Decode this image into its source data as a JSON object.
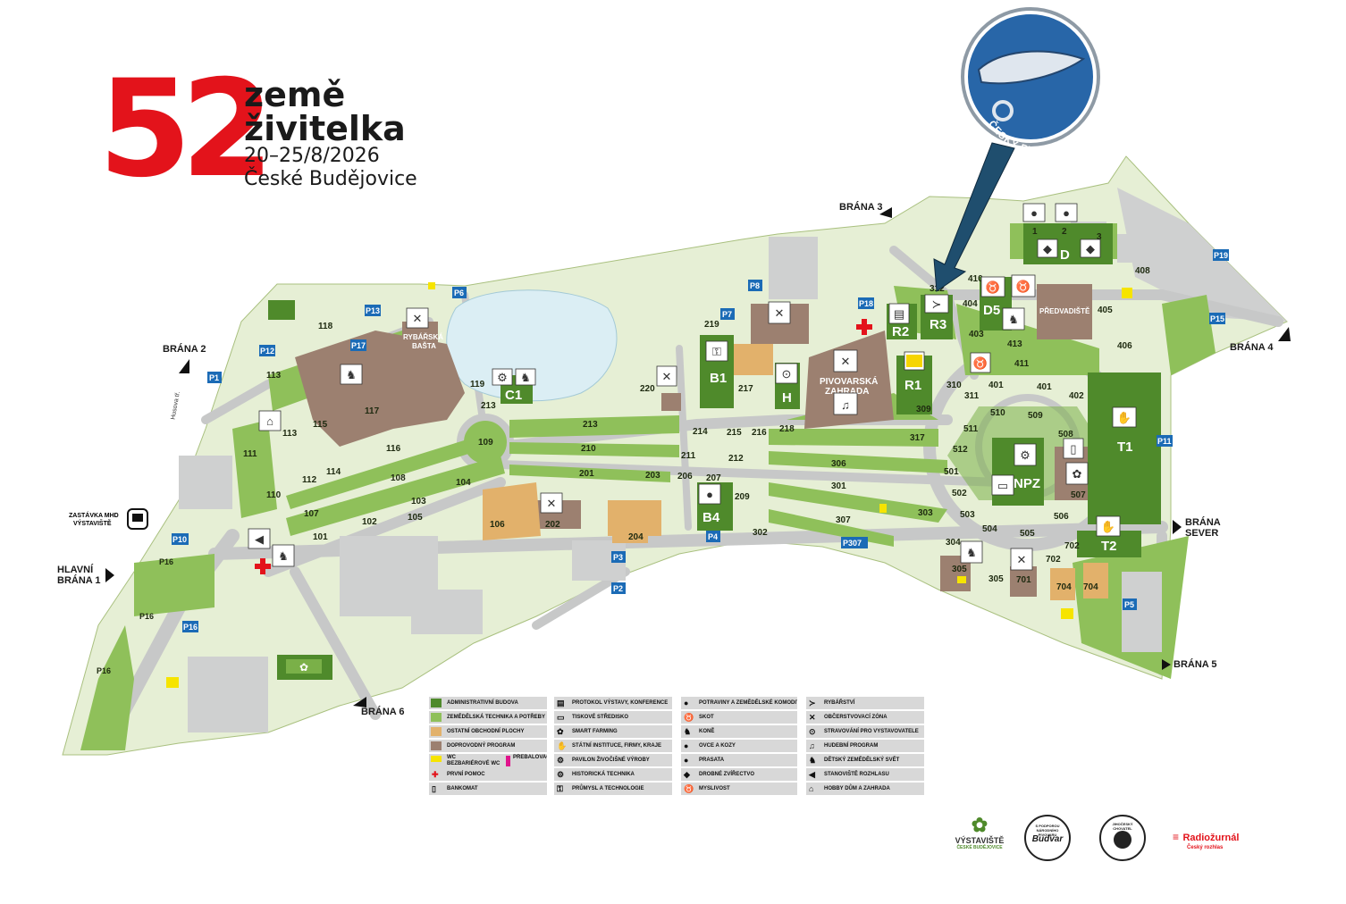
{
  "logo": {
    "number": "52",
    "title1": "země",
    "title2": "živitelka",
    "dates": "20–25/8/2026",
    "city": "České Budějovice"
  },
  "badge": {
    "text": "ČESKÝ RYBÁŘSKÝ SVAZ"
  },
  "gates": {
    "g1a": "HLAVNÍ",
    "g1b": "BRÁNA 1",
    "g2": "BRÁNA 2",
    "g3": "BRÁNA 3",
    "g4": "BRÁNA 4",
    "g5": "BRÁNA 5",
    "g6": "BRÁNA 6",
    "gsa": "BRÁNA",
    "gsb": "SEVER"
  },
  "stop": {
    "l1": "ZASTÁVKA MHD",
    "l2": "VÝSTAVIŠTĚ"
  },
  "street": "Husova tř.",
  "areas": {
    "rybarska1": "RYBÁŘSKÁ",
    "rybarska2": "BAŠTA",
    "pivovarska1": "PIVOVARSKÁ",
    "pivovarska2": "ZAHRADA",
    "predvadiste": "PŘEDVADIŠTĚ"
  },
  "buildings": [
    "B1",
    "B4",
    "C1",
    "H",
    "R1",
    "R2",
    "R3",
    "D",
    "D5",
    "NPZ",
    "T1",
    "T2"
  ],
  "zone_numbers": [
    "101",
    "102",
    "103",
    "104",
    "105",
    "106",
    "107",
    "108",
    "109",
    "110",
    "111",
    "112",
    "113",
    "113",
    "114",
    "115",
    "116",
    "117",
    "118",
    "119",
    "201",
    "202",
    "203",
    "204",
    "206",
    "207",
    "209",
    "210",
    "211",
    "212",
    "213",
    "213",
    "214",
    "215",
    "216",
    "217",
    "218",
    "219",
    "220",
    "301",
    "302",
    "303",
    "304",
    "305",
    "305",
    "306",
    "307",
    "309",
    "310",
    "311",
    "312",
    "317",
    "401",
    "401",
    "402",
    "403",
    "404",
    "405",
    "406",
    "408",
    "410",
    "411",
    "413",
    "501",
    "502",
    "503",
    "504",
    "505",
    "506",
    "507",
    "508",
    "509",
    "510",
    "511",
    "512",
    "701",
    "702",
    "702",
    "704",
    "704",
    "1",
    "2",
    "3"
  ],
  "parking": [
    "P1",
    "P2",
    "P3",
    "P4",
    "P5",
    "P6",
    "P8",
    "P7",
    "P10",
    "P11",
    "P12",
    "P13",
    "P15",
    "P16",
    "P16",
    "P16",
    "P16",
    "P17",
    "P18",
    "P19",
    "P307"
  ],
  "legend": {
    "col1": [
      "ADMINISTRATIVNÍ BUDOVA",
      "ZEMĚDĚLSKÁ TECHNIKA A POTŘEBY",
      "OSTATNÍ OBCHODNÍ PLOCHY",
      "DOPROVODNÝ PROGRAM",
      "WC",
      "BEZBARIÉROVÉ WC",
      "PŘEBALOVACÍ PULT",
      "PRVNÍ POMOC",
      "BANKOMAT"
    ],
    "col2": [
      "PROTOKOL VÝSTAVY, KONFERENCE",
      "TISKOVÉ STŘEDISKO",
      "SMART FARMING",
      "STÁTNÍ INSTITUCE, FIRMY, KRAJE",
      "PAVILON ŽIVOČIŠNÉ VÝROBY",
      "HISTORICKÁ TECHNIKA",
      "PRŮMYSL A TECHNOLOGIE"
    ],
    "col3": [
      "POTRAVINY A ZEMĚDĚLSKÉ KOMODITY",
      "SKOT",
      "KONĚ",
      "OVCE A KOZY",
      "PRASATA",
      "DROBNÉ ZVÍŘECTVO",
      "MYSLIVOST"
    ],
    "col4": [
      "RYBÁŘSTVÍ",
      "OBČERSTVOVACÍ ZÓNA",
      "STRAVOVÁNÍ PRO VYSTAVOVATELE",
      "HUDEBNÍ PROGRAM",
      "DĚTSKÝ ZEMĚDĚLSKÝ SVĚT",
      "STANOVIŠTĚ ROZHLASU",
      "HOBBY DŮM A ZAHRADA"
    ]
  },
  "sponsors": {
    "vystaviste1": "VÝSTAVIŠTĚ",
    "vystaviste2": "ČESKÉ BUDĚJOVICE",
    "budvar": "S PODPOROU NÁRODNÍHO PIVOVARU",
    "budvar_mark": "Budvar",
    "chovatel": "JIHOČESKÝ CHOVATEL",
    "radio": "Radiožurnál",
    "radio2": "Český rozhlas"
  },
  "colors": {
    "admin": "#4f8a2b",
    "agri": "#8fc05a",
    "other": "#e2b16b",
    "program": "#9c8070",
    "ground": "#e8f0d7",
    "road": "#c7c8c8",
    "red": "#e3131b",
    "badge": "#2866a8",
    "arrow": "#1f4e6e"
  }
}
